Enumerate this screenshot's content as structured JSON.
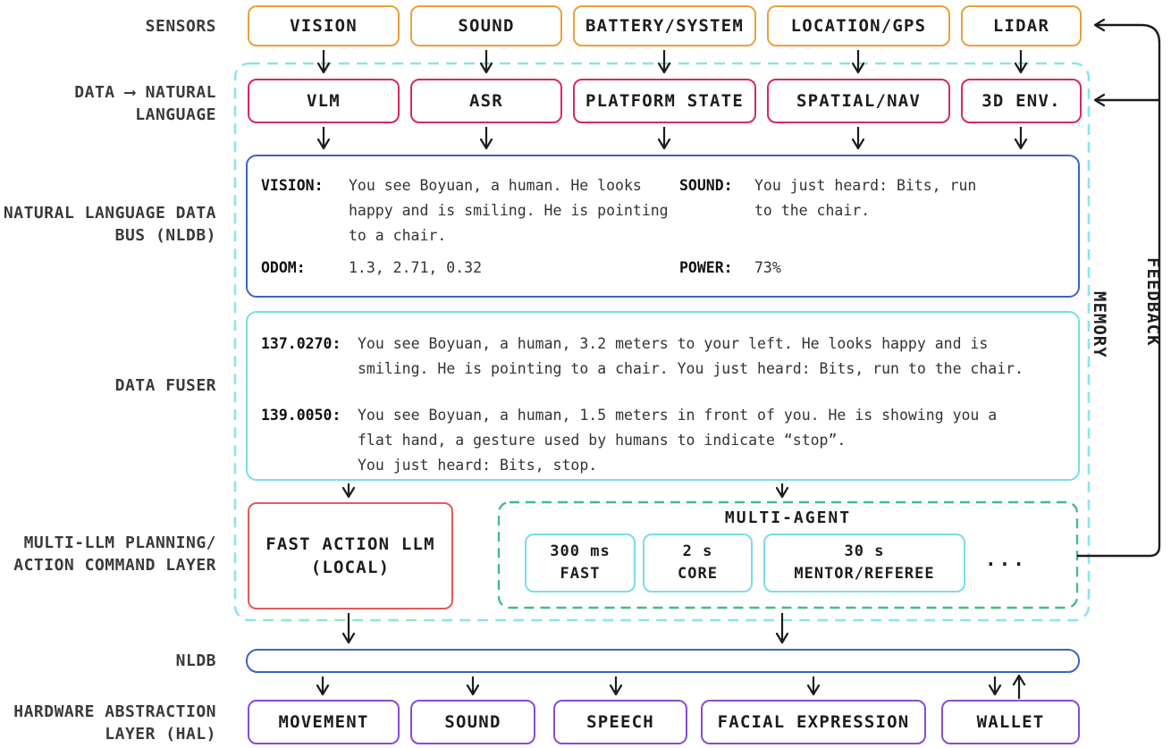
{
  "left_labels": {
    "sensors": "SENSORS",
    "data_nl_1": "DATA ⟶ NATURAL",
    "data_nl_2": "LANGUAGE",
    "nldb_bus_1": "NATURAL LANGUAGE DATA",
    "nldb_bus_2": "BUS (NLDB)",
    "data_fuser": "DATA FUSER",
    "multi_llm_1": "MULTI-LLM PLANNING/",
    "multi_llm_2": "ACTION COMMAND LAYER",
    "nldb": "NLDB",
    "hal_1": "HARDWARE ABSTRACTION",
    "hal_2": "LAYER (HAL)"
  },
  "sensors": {
    "items": [
      "VISION",
      "SOUND",
      "BATTERY/SYSTEM",
      "LOCATION/GPS",
      "LIDAR"
    ]
  },
  "converters": {
    "items": [
      "VLM",
      "ASR",
      "PLATFORM STATE",
      "SPATIAL/NAV",
      "3D ENV."
    ]
  },
  "nldb_bus": {
    "vision_key": "VISION:",
    "vision_value": "You see Boyuan, a human. He looks happy and is smiling. He is pointing to a chair.",
    "sound_key": "SOUND:",
    "sound_value": "You just heard: Bits, run to the chair.",
    "odom_key": "ODOM:",
    "odom_value": "1.3, 2.71, 0.32",
    "power_key": "POWER:",
    "power_value": "73%"
  },
  "data_fuser": {
    "entry1_key": "137.0270:",
    "entry1_value": "You see Boyuan, a human, 3.2 meters to your left. He looks happy and is smiling. He is pointing to a chair. You just heard: Bits, run to the chair.",
    "entry2_key": "139.0050:",
    "entry2_value": "You see Boyuan, a human, 1.5 meters in front of you. He is showing you a flat hand, a gesture used by humans to indicate “stop”.\nYou just heard: Bits, stop."
  },
  "planning": {
    "fast_llm_1": "FAST ACTION LLM",
    "fast_llm_2": "(LOCAL)",
    "multi_agent_title": "MULTI-AGENT",
    "agents": [
      {
        "time": "300 ms",
        "name": "FAST"
      },
      {
        "time": "2 s",
        "name": "CORE"
      },
      {
        "time": "30 s",
        "name": "MENTOR/REFEREE"
      }
    ],
    "ellipsis": "..."
  },
  "side": {
    "memory": "MEMORY",
    "feedback": "FEEDBACK"
  },
  "hal": {
    "items": [
      "MOVEMENT",
      "SOUND",
      "SPEECH",
      "FACIAL EXPRESSION",
      "WALLET"
    ]
  },
  "colors": {
    "sensor_border": "#E9A13B",
    "converter_border": "#D62960",
    "nldb_border": "#3B62C4",
    "fuser_border": "#7ADCE8",
    "container_dash": "#8BE4EE",
    "multi_agent_dash": "#41BE82",
    "fast_llm_border": "#E15B5B",
    "hal_border": "#8A4BD0",
    "arrow": "#1c1c1c"
  }
}
